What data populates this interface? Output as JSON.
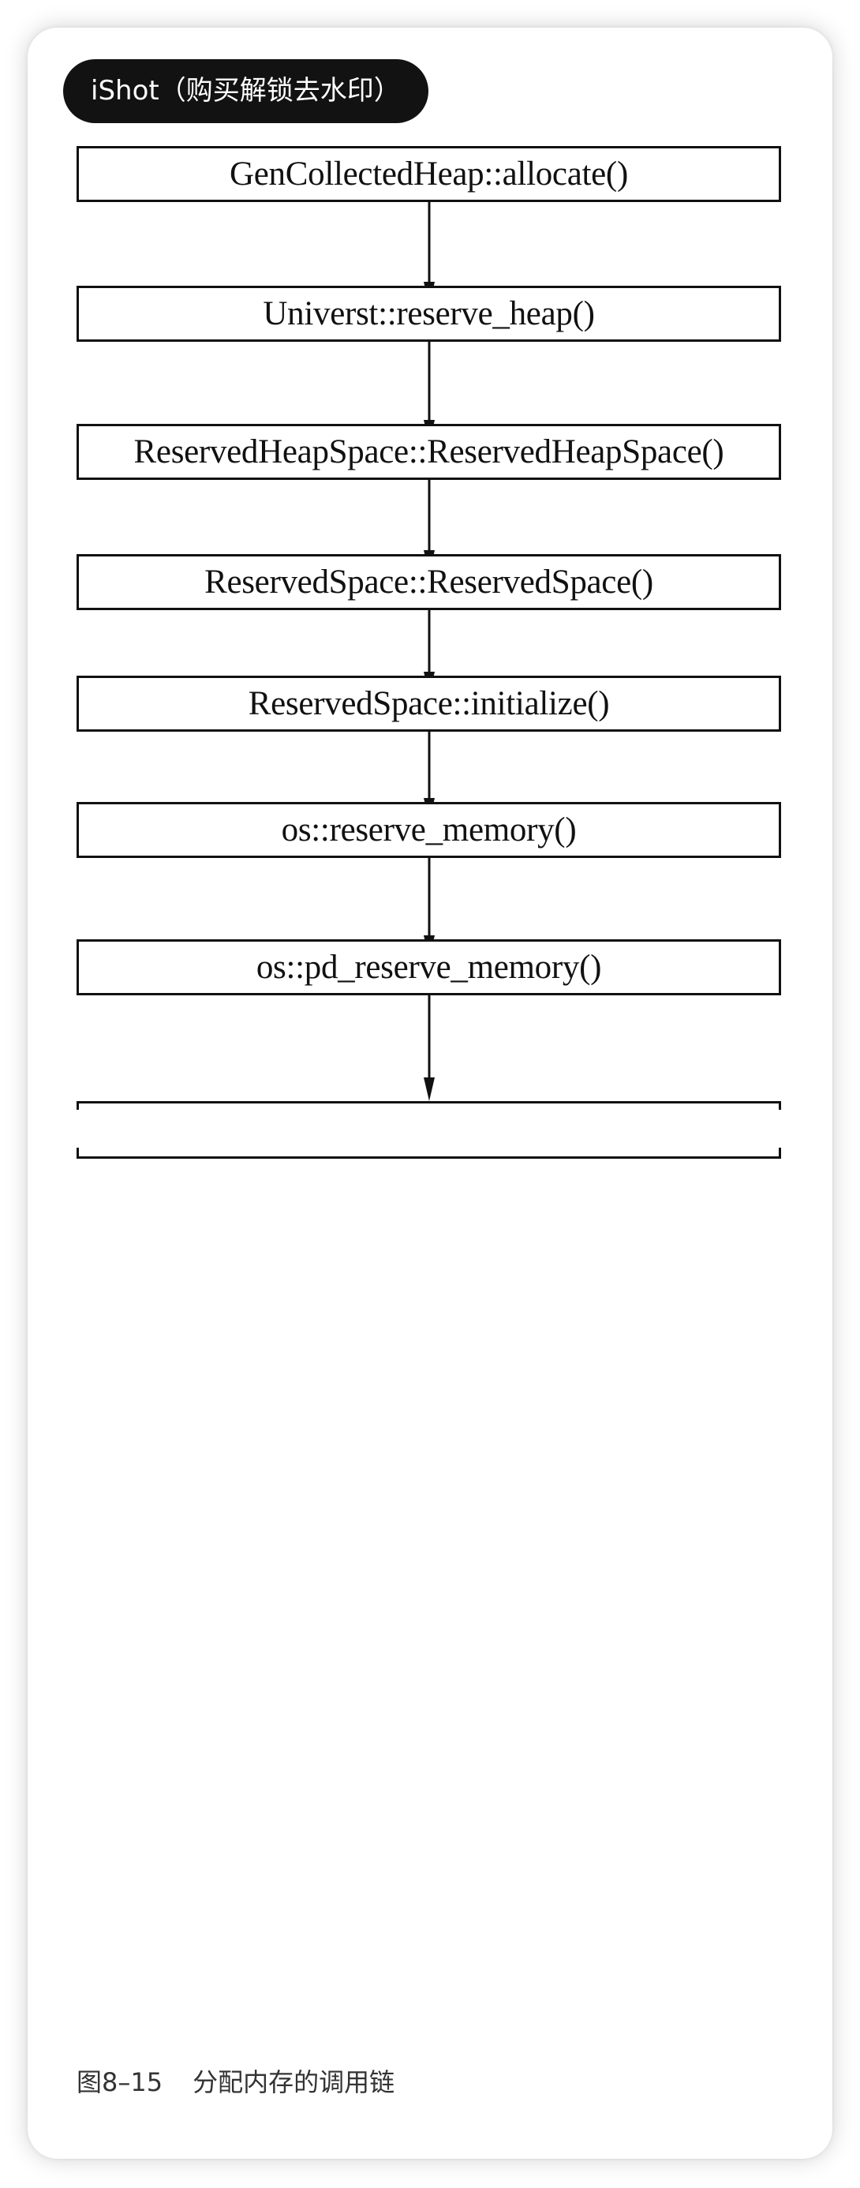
{
  "watermark": {
    "label": "iShot（购买解锁去水印）"
  },
  "diagram": {
    "nodes": [
      "GenCollectedHeap::allocate()",
      "Universt::reserve_heap()",
      "ReservedHeapSpace::ReservedHeapSpace()",
      "ReservedSpace::ReservedSpace()",
      "ReservedSpace::initialize()",
      "os::reserve_memory()",
      "os::pd_reserve_memory()"
    ]
  },
  "caption": {
    "figure_number": "图8–15",
    "title": "分配内存的调用链"
  }
}
